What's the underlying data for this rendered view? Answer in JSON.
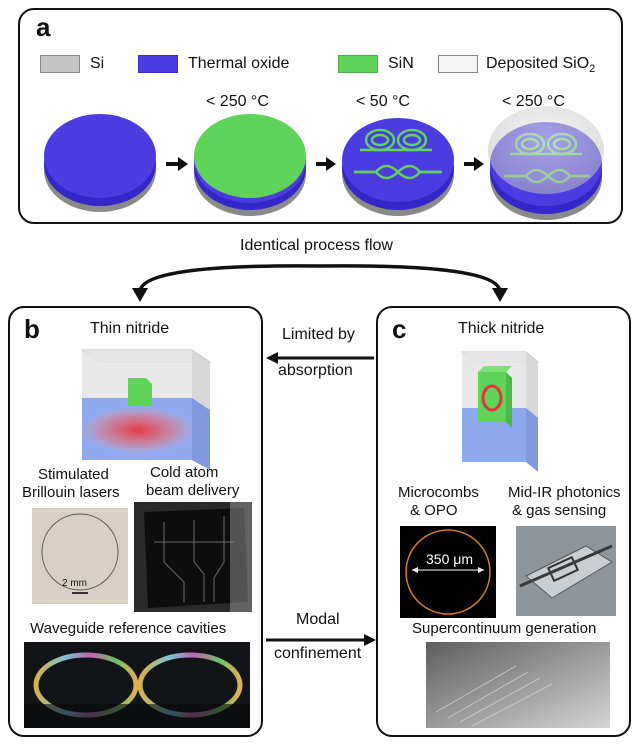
{
  "panel_a": {
    "letter": "a",
    "legend": [
      {
        "label": "Si",
        "color": "#c4c4c4"
      },
      {
        "label": "Thermal oxide",
        "color": "#4b3be0"
      },
      {
        "label": "SiN",
        "color": "#5fd35a"
      },
      {
        "label": "Deposited SiO",
        "sub": "2",
        "color": "#f4f4f4"
      }
    ],
    "temps": [
      "< 250 °C",
      "< 50 °C",
      "< 250 °C"
    ]
  },
  "flow_label": "Identical process flow",
  "panel_b": {
    "letter": "b",
    "title": "Thin nitride",
    "sbs_label": [
      "Stimulated",
      "Brillouin lasers"
    ],
    "sbs_scale": "2 mm",
    "cold_atom_label": [
      "Cold atom",
      "beam delivery"
    ],
    "waveguide_label": "Waveguide reference cavities"
  },
  "panel_c": {
    "letter": "c",
    "title": "Thick nitride",
    "microcomb_label": [
      "Microcombs",
      "& OPO"
    ],
    "microcomb_scale": "350 μm",
    "midir_label": [
      "Mid-IR photonics",
      "& gas sensing"
    ],
    "supercontinuum_label": "Supercontinuum generation"
  },
  "arrows": {
    "limited_label": [
      "Limited by",
      "absorption"
    ],
    "modal_label": [
      "Modal",
      "confinement"
    ]
  },
  "colors": {
    "si": "#c4c4c4",
    "oxide": "#4b3be0",
    "sin": "#5fd35a",
    "deposited": "#f4f4f4",
    "cladding_blue": "#8fa9ee",
    "mode_red": "#e8323a"
  }
}
